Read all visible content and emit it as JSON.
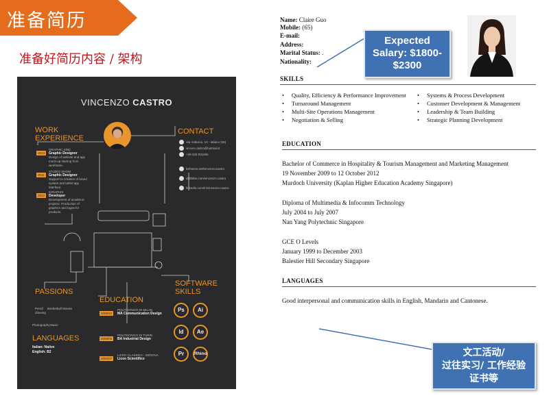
{
  "header": {
    "title": "准备简历",
    "subtitle": "准备好简历内容 / 架构"
  },
  "sample_resume": {
    "first_name": "VINCENZO ",
    "last_name": "CASTRO",
    "sections": {
      "work": [
        "WORK",
        "EXPERIENCE"
      ],
      "contact": "CONTACT",
      "passions": "PASSIONS",
      "education": "EDUCATION",
      "languages": "LANGUAGES",
      "software": [
        "SOFTWARE",
        "SKILLS"
      ]
    },
    "work_items": [
      {
        "year": "2013",
        "company": "GRAPHIC ZINC",
        "role": "Graphic Designer",
        "desc": "Design of website and app mock-up starting from wireframe."
      },
      {
        "year": "2011",
        "company": "STUDIO SHOW",
        "role": "Graphic Designer",
        "desc": "Support to creation of brand system and tablet app interface."
      },
      {
        "year": "2010",
        "company": "IGRAPHIX",
        "role": "Developer",
        "desc": "Development of academic projects. Production of graphics and logos for products."
      }
    ],
    "education_items": [
      {
        "year": "2009/10",
        "school": "POLITECNICO DI MILAN",
        "degree": "MA Communication Design"
      },
      {
        "year": "2008/09",
        "school": "POLITECNICO DI TURIN",
        "degree": "BA Industrial Design"
      },
      {
        "year": "2002/07",
        "school": "LICEO CLASSICA - GENOVA",
        "degree": "Liceo Scientifico"
      }
    ],
    "languages": [
      {
        "name": "Italian:",
        "level": "Native"
      },
      {
        "name": "English:",
        "level": "B2"
      }
    ],
    "passions": [
      "Pencil drawing",
      "Basketball",
      "Movies",
      "Photography",
      "Music"
    ],
    "contact_lines": [
      "Via Volturno, 10 - Milano (MI)",
      "vincen.castro@hotmail.it",
      "+39 328 931066",
      "behance.net/vincenzocastro",
      "dribbble.com/vincenzo.castro",
      "linkedin.com/in/vincenzo-castro"
    ],
    "skills": [
      "Ps",
      "Ai",
      "Id",
      "Ae",
      "Pr",
      "Rhino"
    ]
  },
  "resume": {
    "info": [
      {
        "label": "Name:",
        "value": " Claire Guo"
      },
      {
        "label": "Mobile:",
        "value": " (65)"
      },
      {
        "label": "E-mail:",
        "value": ""
      },
      {
        "label": "Address:",
        "value": ""
      },
      {
        "label": "Marital Status:",
        "value": " ."
      },
      {
        "label": "Nationality:",
        "value": ""
      }
    ],
    "skills_title": "SKILLS",
    "skills_left": [
      "Quality, Efficiency & Performance Improvement",
      "Turnaround Management",
      "Multi-Site Operations Management",
      "Negotiation & Selling"
    ],
    "skills_right": [
      "Systems & Process Development",
      "Customer Development & Management",
      "Leadership & Team Building",
      "Strategic Planning Development"
    ],
    "education_title": "EDUCATION",
    "education": [
      "Bachelor of Commerce in Hospitality & Tourism Management and Marketing Management",
      "19 November 2009 to 12 October 2012",
      "Murdoch University (Kaplan Higher Education Academy Singapore)",
      "Diploma of Multimedia & Infocomm Technology",
      "July 2004 to July 2007",
      "Nan Yang Polytechnic Singapore",
      "GCE O Levels",
      "January 1999 to December 2003",
      "Balestier Hill Secondary Singapore"
    ],
    "languages_title": "LANGUAGES",
    "languages_text": "Good interpersonal and communication skills in English, Mandarin and Cantonese."
  },
  "callouts": {
    "salary": [
      "Expected",
      "Salary: $1800-",
      "$2300"
    ],
    "activities": [
      "文工活动/",
      "过往实习/ 工作经验",
      "证书等"
    ]
  },
  "colors": {
    "banner": "#e46c1c",
    "subtitle": "#c0161d",
    "callout": "#3f71b3",
    "accent": "#e8952b",
    "dark_bg": "#2a2a2c"
  }
}
